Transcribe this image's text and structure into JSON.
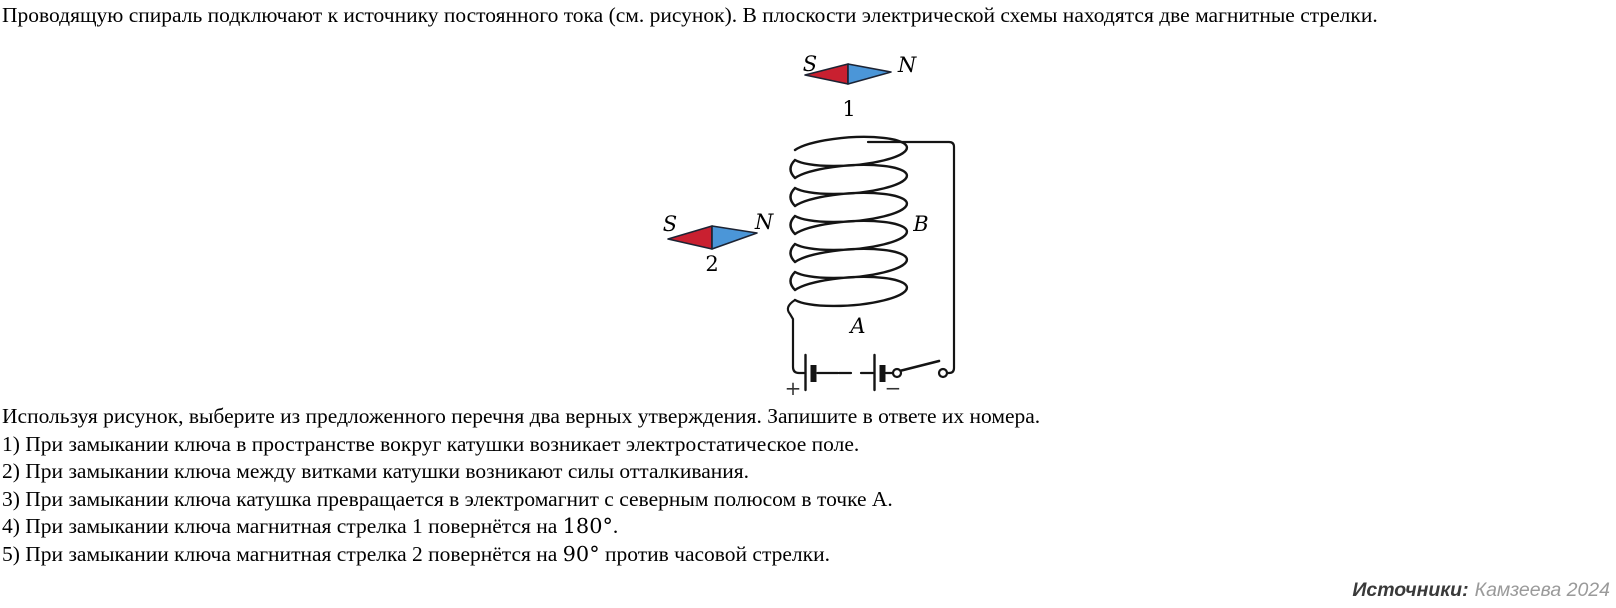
{
  "intro": "Проводящую спираль подключают к источнику постоянного тока (см. рисунок). В плоскости электрической схемы находятся две магнитные стрелки.",
  "figure": {
    "needle1": {
      "s": "S",
      "n": "N",
      "number": "1"
    },
    "needle2": {
      "s": "S",
      "n": "N",
      "number": "2"
    },
    "coil_labels": {
      "a": "A",
      "b": "B"
    },
    "battery": {
      "plus": "+",
      "minus": "−"
    },
    "colors": {
      "needle_red": "#c92030",
      "needle_blue": "#4b96d8",
      "outline": "#1c2333",
      "wire": "#141414"
    }
  },
  "task": {
    "instruction": "Используя рисунок, выберите из предложенного перечня два верных утверждения. Запишите в ответе их номера.",
    "options": [
      {
        "prefix": "1) При замыкании ключа в пространстве вокруг катушки возникает электростатическое поле.",
        "math": "",
        "suffix": ""
      },
      {
        "prefix": "2) При замыкании ключа между витками катушки возникают силы отталкивания.",
        "math": "",
        "suffix": ""
      },
      {
        "prefix": "3) При замыкании ключа катушка превращается в электромагнит с северным полюсом в точке А.",
        "math": "",
        "suffix": ""
      },
      {
        "prefix": "4) При замыкании ключа магнитная стрелка 1 повернётся на ",
        "math": "180°",
        "suffix": "."
      },
      {
        "prefix": "5) При замыкании ключа магнитная стрелка 2 повернётся на ",
        "math": "90°",
        "suffix": " против часовой стрелки."
      }
    ]
  },
  "source": {
    "label": "Источники:",
    "value": "Камзеева 2024"
  }
}
